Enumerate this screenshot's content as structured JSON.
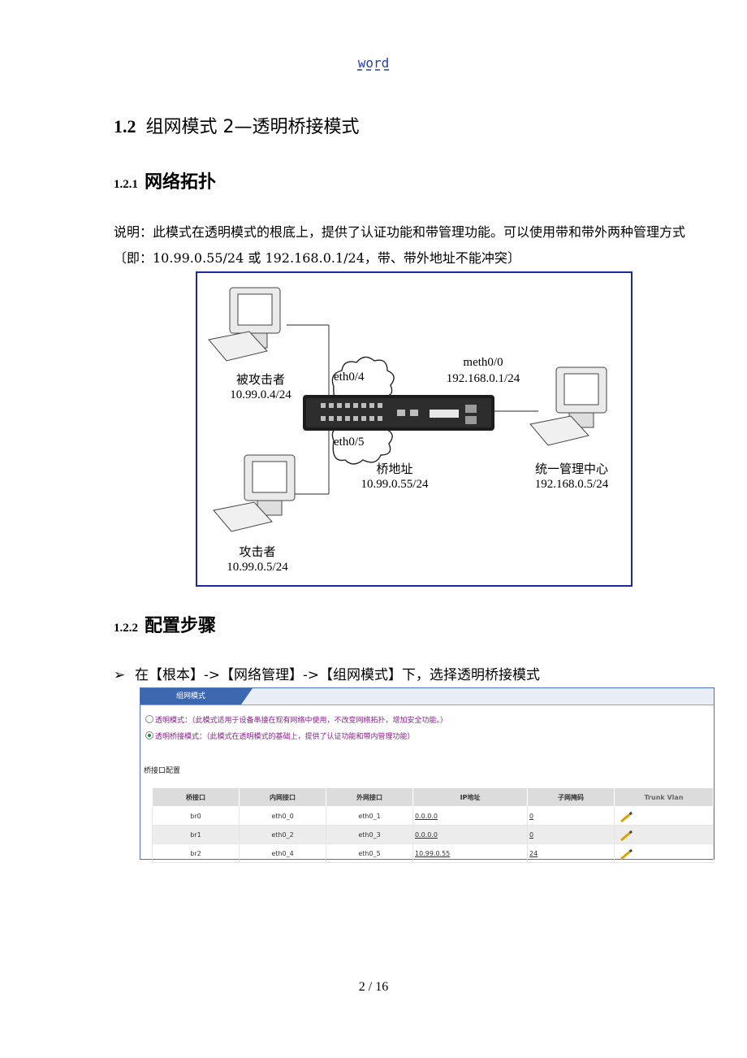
{
  "header": {
    "word": "word"
  },
  "section": {
    "num": "1.2",
    "title": "组网模式 2—透明桥接模式"
  },
  "topology": {
    "num": "1.2.1",
    "title": "网络拓扑",
    "description": "说明：此模式在透明模式的根底上，提供了认证功能和带管理功能。可以使用带和带外两种管理方式〔即：10.99.0.55/24 或 192.168.0.1/24，带、带外地址不能冲突〕",
    "diagram": {
      "victim_name": "被攻击者",
      "victim_ip": "10.99.0.4/24",
      "attacker_name": "攻击者",
      "attacker_ip": "10.99.0.5/24",
      "eth_a": "eth0/4",
      "eth_b": "eth0/5",
      "meth": "meth0/0",
      "meth_ip": "192.168.0.1/24",
      "bridge_name": "桥地址",
      "bridge_ip": "10.99.0.55/24",
      "center_name": "统一管理中心",
      "center_ip": "192.168.0.5/24"
    }
  },
  "steps": {
    "num": "1.2.2",
    "title": "配置步骤",
    "bullet": "在【根本】->【网络管理】->【组网模式】下，选择透明桥接模式",
    "panel": {
      "tab": "组网模式",
      "option1": "透明模式：（此模式适用于设备串接在现有网络中使用，不改变网络拓扑，增加安全功能。）",
      "option2": "透明桥接模式：（此模式在透明模式的基础上，提供了认证功能和带内管理功能）",
      "section_label": "桥接口配置",
      "columns": [
        "桥接口",
        "内网接口",
        "外网接口",
        "IP地址",
        "子网掩码",
        "Trunk Vlan"
      ],
      "rows": [
        [
          "br0",
          "eth0_0",
          "eth0_1",
          "0.0.0.0",
          "0"
        ],
        [
          "br1",
          "eth0_2",
          "eth0_3",
          "0.0.0.0",
          "0"
        ],
        [
          "br2",
          "eth0_4",
          "eth0_5",
          "10.99.0.55",
          "24"
        ]
      ]
    }
  },
  "footer": {
    "page": "2 / 16"
  }
}
